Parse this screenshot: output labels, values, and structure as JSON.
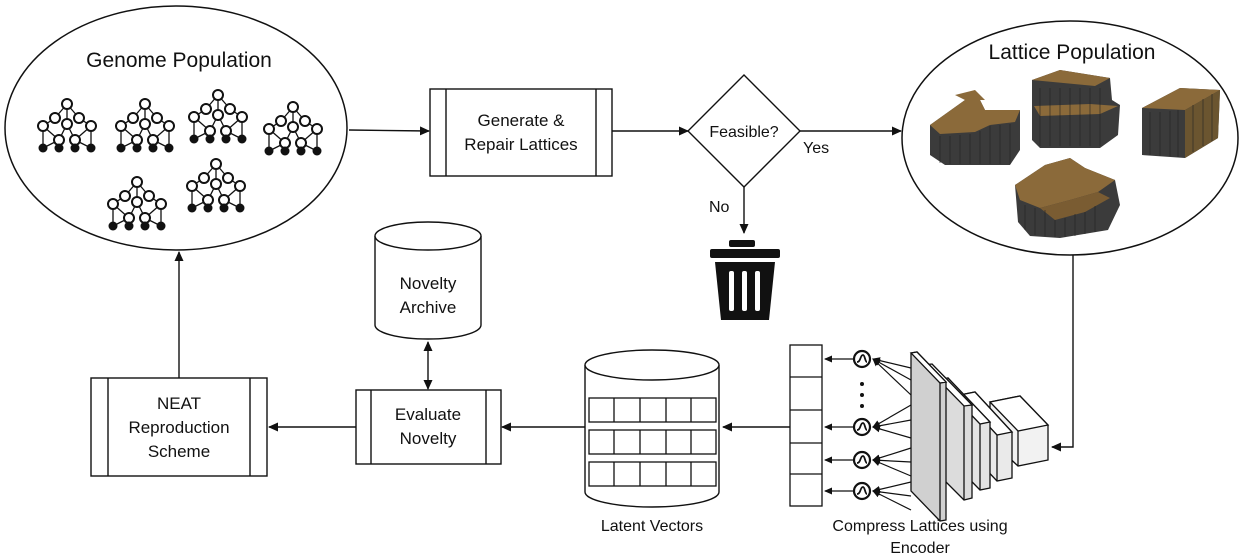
{
  "genome_population": {
    "title": "Genome Population"
  },
  "lattice_population": {
    "title": "Lattice Population"
  },
  "generate_box": {
    "line1": "Generate &",
    "line2": "Repair Lattices"
  },
  "decision": {
    "label": "Feasible?",
    "yes": "Yes",
    "no": "No"
  },
  "archive": {
    "line1": "Novelty",
    "line2": "Archive"
  },
  "evaluate_box": {
    "line1": "Evaluate",
    "line2": "Novelty"
  },
  "neat_box": {
    "line1": "NEAT",
    "line2": "Reproduction",
    "line3": "Scheme"
  },
  "latent": {
    "label": "Latent Vectors"
  },
  "encoder": {
    "line1": "Compress Lattices using",
    "line2": "Encoder"
  },
  "colors": {
    "lattice_top": "#8b6a3a",
    "lattice_side": "#3b3b3b",
    "line": "#111111"
  },
  "icons": [
    "trash-icon",
    "activation-icon",
    "network-genome-icon",
    "lattice-shape-icon"
  ]
}
